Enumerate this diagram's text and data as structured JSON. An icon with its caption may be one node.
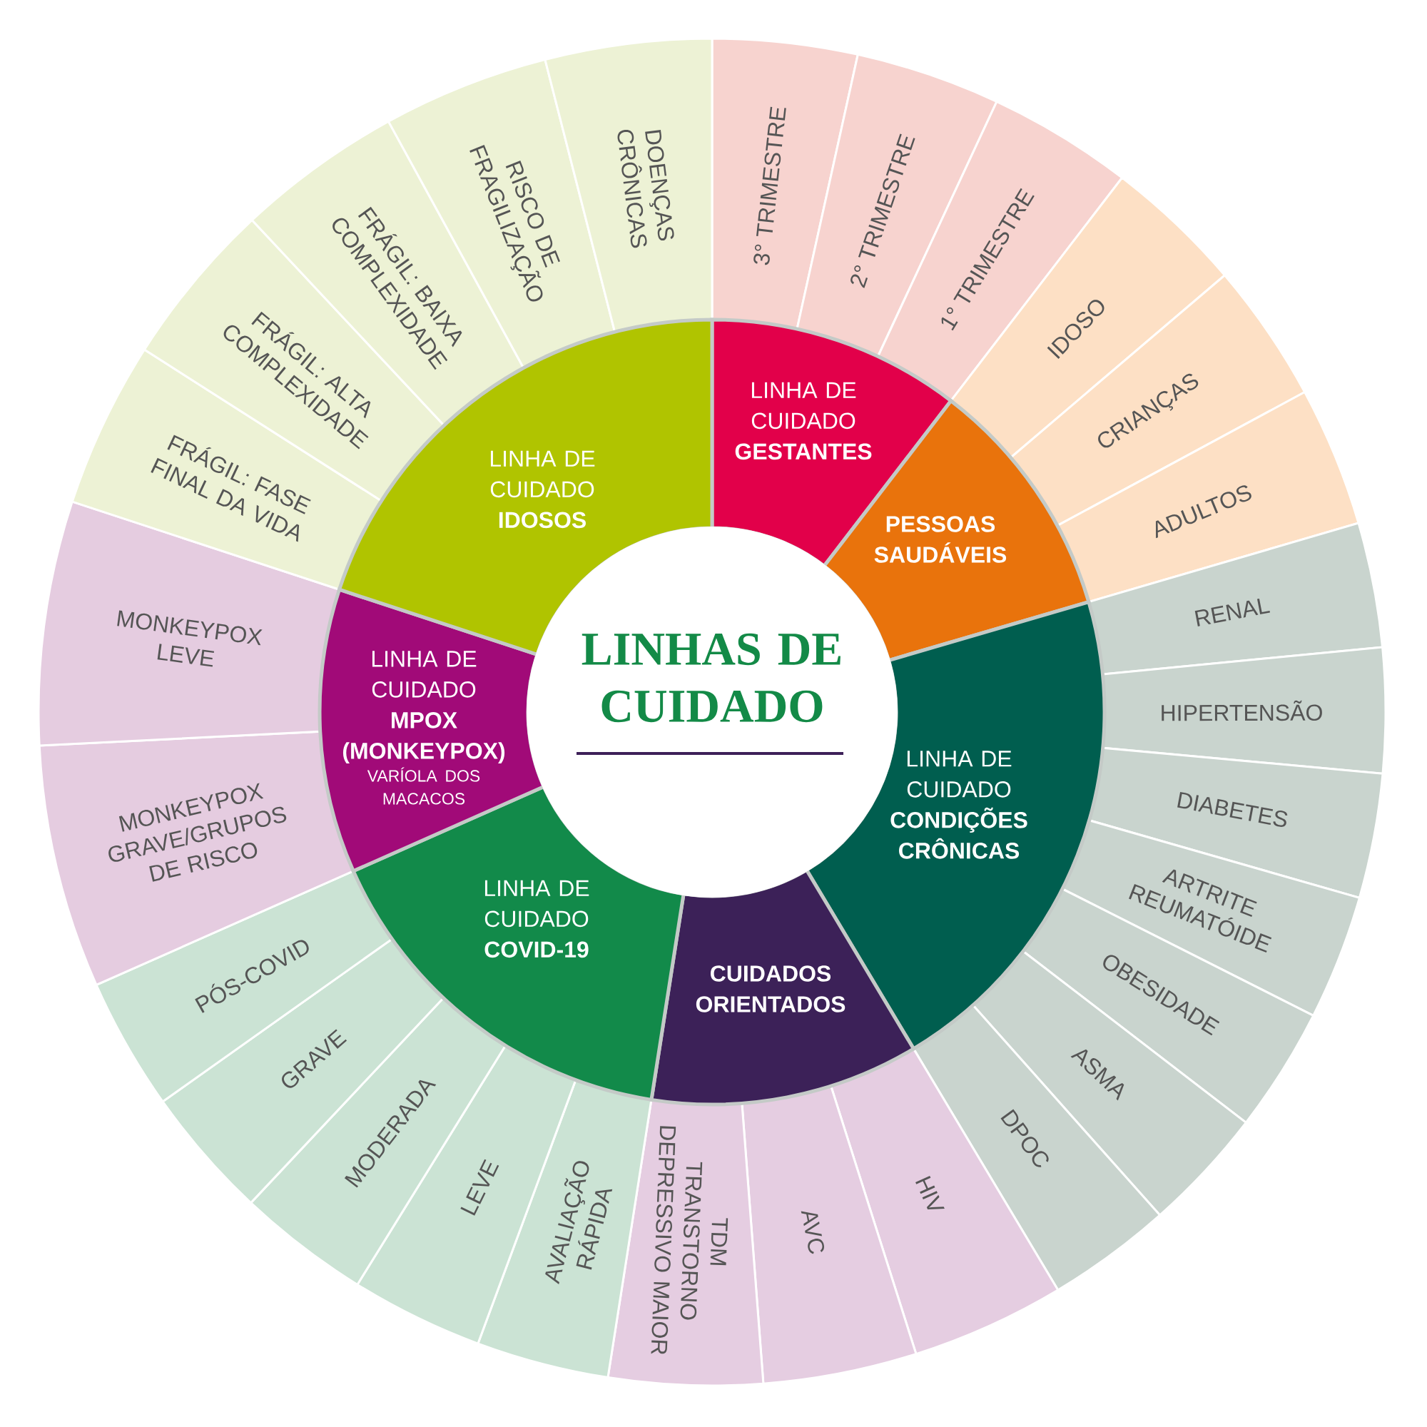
{
  "diagram": {
    "nodes": [
      {
        "text": [
          "LINHAS DE CUIDADO"
        ]
      },
      {
        "text": [
          "LINHA DE CUIDADO",
          "GESTANTES"
        ]
      },
      {
        "text": [
          "PESSOAS SAUDÁVEIS"
        ]
      },
      {
        "text": [
          "LINHA DE CUIDADO",
          "CONDIÇÕES CRÔNICAS"
        ]
      },
      {
        "text": [
          "CUIDADOS ORIENTADOS"
        ]
      },
      {
        "text": [
          "LINHA DE CUIDADO",
          "COVID-19"
        ]
      },
      {
        "text": [
          "LINHA DE CUIDADO",
          "MPOX (MONKEYPOX)",
          "VARÍOLA DOS MACACOS"
        ]
      },
      {
        "text": [
          "LINHA DE CUIDADO",
          "IDOSOS"
        ]
      },
      {
        "text": [
          "3° TRIMESTRE"
        ]
      },
      {
        "text": [
          "2° TRIMESTRE"
        ]
      },
      {
        "text": [
          "1° TRIMESTRE"
        ]
      },
      {
        "text": [
          "IDOSO"
        ]
      },
      {
        "text": [
          "CRIANÇAS"
        ]
      },
      {
        "text": [
          "ADULTOS"
        ]
      },
      {
        "text": [
          "RENAL"
        ]
      },
      {
        "text": [
          "HIPERTENSÃO"
        ]
      },
      {
        "text": [
          "DIABETES"
        ]
      },
      {
        "text": [
          "ARTRITE REUMATÓIDE"
        ]
      },
      {
        "text": [
          "OBESIDADE"
        ]
      },
      {
        "text": [
          "ASMA"
        ]
      },
      {
        "text": [
          "DPOC"
        ]
      },
      {
        "text": [
          "HIV"
        ]
      },
      {
        "text": [
          "AVC"
        ]
      },
      {
        "text": [
          "TDM TRANSTORNO DEPRESSIVO MAIOR"
        ]
      },
      {
        "text": [
          "AVALIAÇÃO RÁPIDA"
        ]
      },
      {
        "text": [
          "LEVE"
        ]
      },
      {
        "text": [
          "MODERADA"
        ]
      },
      {
        "text": [
          "GRAVE"
        ]
      },
      {
        "text": [
          "PÓS-COVID"
        ]
      },
      {
        "text": [
          "MONKEYPOX GRAVE/GRUPOS DE RISCO"
        ]
      },
      {
        "text": [
          "MONKEYPOX LEVE"
        ]
      },
      {
        "text": [
          "FRÁGIL: FASE FINAL DA VIDA"
        ]
      },
      {
        "text": [
          "FRÁGIL: ALTA COMPLEXIDADE"
        ]
      },
      {
        "text": [
          "FRÁGIL: BAIXA COMPLEXIDADE"
        ]
      },
      {
        "text": [
          "RISCO DE FRAGILIZAÇÃO"
        ]
      },
      {
        "text": [
          "DOENÇAS CRÔNICAS"
        ]
      }
    ]
  }
}
